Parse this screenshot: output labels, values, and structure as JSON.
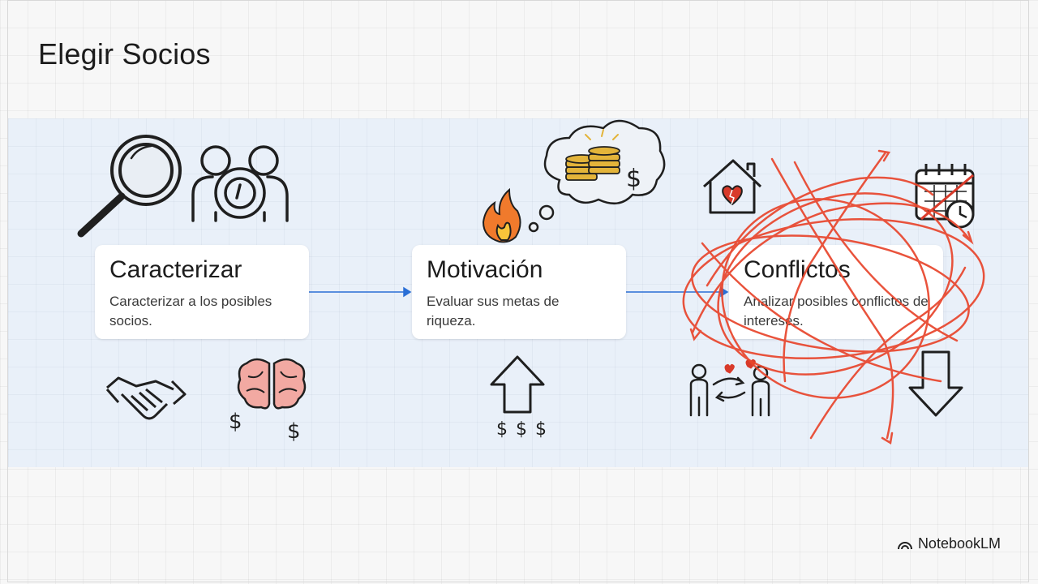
{
  "slide": {
    "title": "Elegir Socios"
  },
  "steps": [
    {
      "title": "Caracterizar",
      "description": "Caracterizar a los posibles socios."
    },
    {
      "title": "Motivación",
      "description": "Evaluar sus metas de riqueza."
    },
    {
      "title": "Conflictos",
      "description": "Analizar posibles conflictos de intereses."
    }
  ],
  "symbols": {
    "dollar": "$"
  },
  "branding": {
    "label": "NotebookLM"
  },
  "colors": {
    "band": "#e9f0f9",
    "connector": "#2a6fd6",
    "scribble": "#e8452c",
    "gold": "#e3b43a"
  }
}
